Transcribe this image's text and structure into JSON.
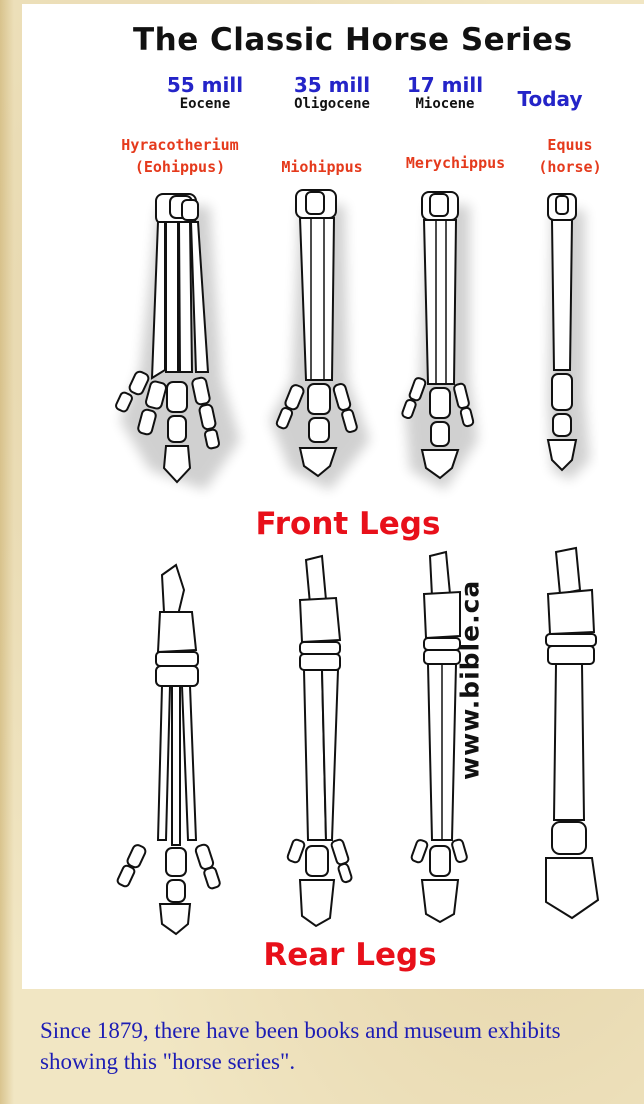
{
  "title": "The Classic Horse Series",
  "columns": [
    {
      "my": "55 mill",
      "epoch": "Eocene",
      "genus_line1": "Hyracotherium",
      "genus_line2": "(Eohippus)"
    },
    {
      "my": "35 mill",
      "epoch": "Oligocene",
      "genus_line1": "Miohippus",
      "genus_line2": ""
    },
    {
      "my": "17 mill",
      "epoch": "Miocene",
      "genus_line1": "Merychippus",
      "genus_line2": ""
    },
    {
      "my": "Today",
      "epoch": "",
      "genus_line1": "Equus",
      "genus_line2": "(horse)"
    }
  ],
  "front_label": "Front Legs",
  "rear_label": "Rear Legs",
  "watermark": "www.bible.ca",
  "caption": "Since 1879, there have been books and museum exhibits showing this \"horse series\".",
  "colors": {
    "title": "#111111",
    "date": "#2424c8",
    "genus": "#e53a1c",
    "section": "#e8101a",
    "caption": "#1d1db4",
    "parchment": "#f1e6c3"
  }
}
